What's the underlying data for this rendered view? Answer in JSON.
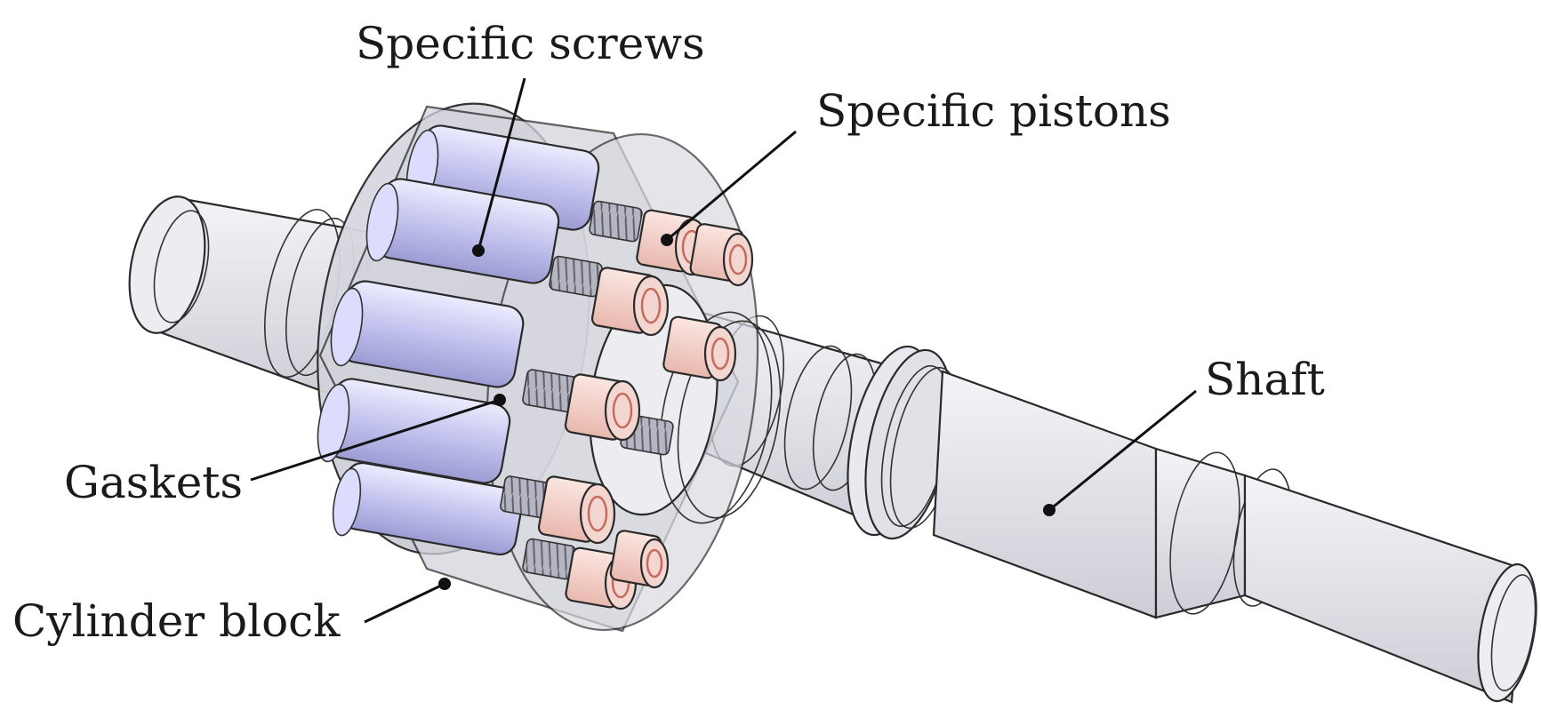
{
  "labels": {
    "screws": "Specific screws",
    "pistons": "Specific pistons",
    "shaft": "Shaft",
    "gaskets": "Gaskets",
    "cylinder_block": "Cylinder block"
  },
  "colors": {
    "body_fill": "#e4e4ea",
    "body_stroke": "#2a2a2a",
    "sleeve_fill": "#c8c8f0",
    "piston_fill": "#f1cfc8",
    "piston_ring": "#e6a59a",
    "spring_fill": "#9a9aa8",
    "text": "#1a1a1a"
  }
}
